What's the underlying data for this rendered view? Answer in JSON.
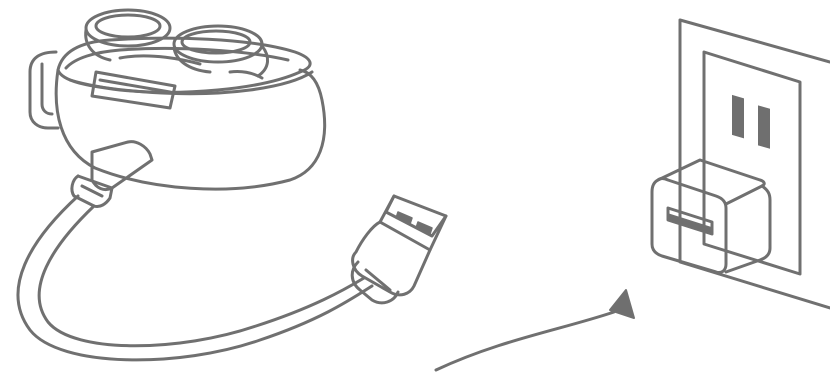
{
  "diagram": {
    "style": "line-art",
    "colors": {
      "stroke": "#707070",
      "fill_dark": "#6f6f6f",
      "background": "#ffffff"
    },
    "components": {
      "case": "earbuds-charging-case",
      "cable": "usb-cable",
      "adapter": "usb-wall-adapter",
      "outlet": "wall-outlet",
      "arrow": "connect-arrow"
    }
  }
}
